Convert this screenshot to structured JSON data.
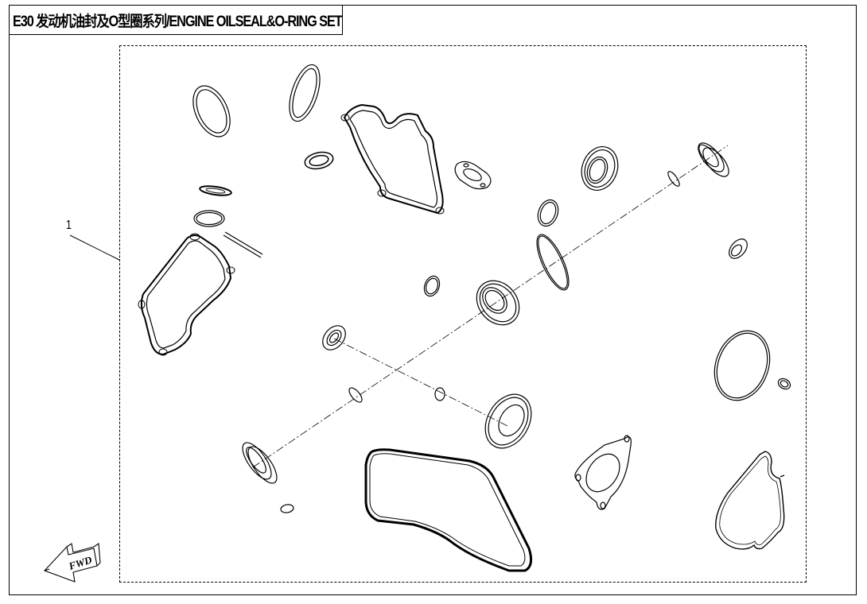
{
  "diagram": {
    "title": "E30 发动机油封及O型圈系列/ENGINE OILSEAL&O-RING SET",
    "model_code": "E30",
    "callouts": [
      {
        "number": "1",
        "target": "engine-oilseal-o-ring-set"
      }
    ],
    "direction_indicator": {
      "label": "FWD",
      "icon": "arrow-left-icon"
    },
    "parts": [
      "valve-cover-gasket-left",
      "valve-cover-gasket-center",
      "oil-pan-gasket",
      "flange-gasket-3-hole",
      "cover-gasket-right",
      "small-flange-gasket",
      "oil-seal-large-center",
      "oil-seal-large-lower",
      "oil-seal-upper",
      "oil-seal-right-top",
      "oil-seal-small-right",
      "oil-seal-small-mid",
      "oil-seal-lower-left",
      "o-ring-large-right",
      "o-ring-oval-center",
      "o-ring-various-small",
      "dowel-pin"
    ],
    "colors": {
      "line": "#000000",
      "background": "#ffffff"
    }
  }
}
